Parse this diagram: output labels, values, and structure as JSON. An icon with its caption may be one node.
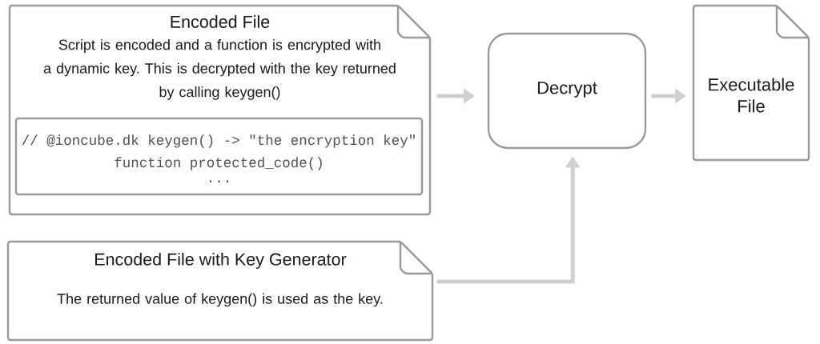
{
  "diagram": {
    "nodes": [
      {
        "text": [
          "Encoded File",
          "Script is encoded and a function is encrypted with a dynamic key. This is decrypted with the key returned by calling keygen()"
        ]
      },
      {
        "text": [
          "// @ioncube.dk keygen() -> \"the encryption key\"",
          "function protected_code()",
          "..."
        ],
        "in": 0
      },
      {
        "text": [
          "Decrypt"
        ]
      },
      {
        "text": [
          "Executable File"
        ]
      },
      {
        "text": [
          "Encoded File with Key Generator",
          "The returned value of keygen() is used as the key."
        ]
      }
    ],
    "edges": [
      {
        "from": 0,
        "to": 2,
        "arrow": "to"
      },
      {
        "from": 2,
        "to": 3,
        "arrow": "to"
      },
      {
        "from": 4,
        "to": 2,
        "arrow": "to"
      }
    ]
  }
}
